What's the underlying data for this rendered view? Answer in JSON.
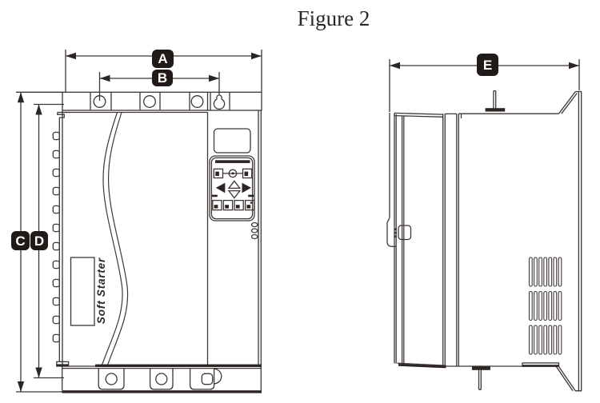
{
  "figure": {
    "title": "Figure 2"
  },
  "front_view": {
    "product_label": "Soft Starter",
    "dimensions": {
      "overall_width": "A",
      "mounting_hole_width": "B",
      "overall_height": "C",
      "mounting_hole_height": "D"
    }
  },
  "side_view": {
    "dimensions": {
      "depth": "E"
    }
  },
  "colors": {
    "background": "#ffffff",
    "line": "#3e3734",
    "dark_fill": "#2b2523",
    "badge_background": "#201b18",
    "badge_text": "#ffffff"
  }
}
